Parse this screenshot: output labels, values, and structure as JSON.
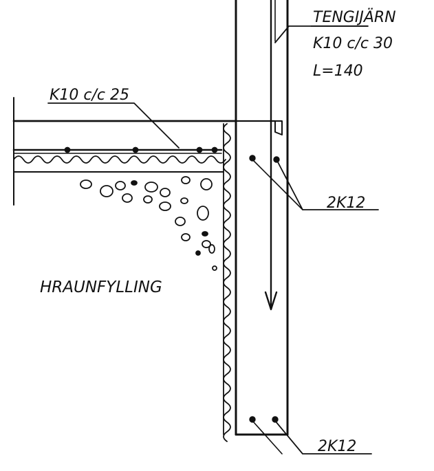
{
  "labels": {
    "slab_rebar": "K10 c/c 25",
    "dowel_title": "TENGIJÄRN",
    "dowel_spec": "K10 c/c 30",
    "dowel_length": "L=140",
    "bars_upper": "2K12",
    "bars_lower": "2K12",
    "fill_material": "HRAUNFYLLING"
  },
  "colors": {
    "ink": "#111111",
    "paper": "#ffffff"
  }
}
